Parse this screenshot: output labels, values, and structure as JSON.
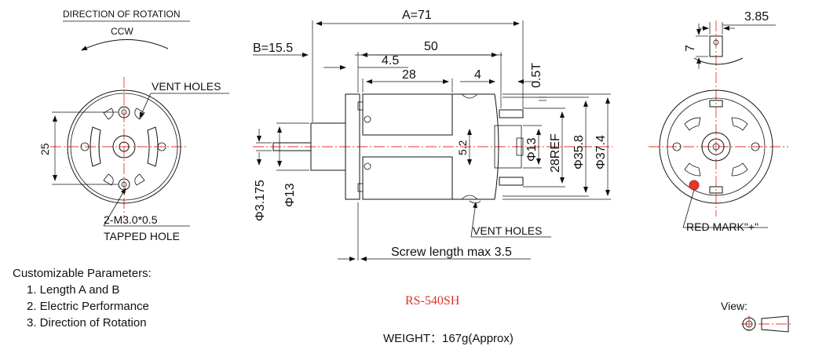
{
  "labels": {
    "direction_title": "DIRECTION OF ROTATION",
    "ccw": "CCW",
    "vent_holes_left": "VENT HOLES",
    "dim_25": "25",
    "tapped_1": "2-M3.0*0.5",
    "tapped_2": "TAPPED HOLE",
    "dim_a": "A=71",
    "dim_b": "B=15.5",
    "dim_50": "50",
    "dim_45": "4.5",
    "dim_28": "28",
    "dim_4": "4",
    "dim_05t": "0.5T",
    "dim_52": "5.2",
    "dim_phi13_bushing": "Φ13",
    "dim_28ref": "28REF",
    "dim_phi358": "Φ35.8",
    "dim_phi374": "Φ37.4",
    "dim_phi3175": "Φ3.175",
    "dim_phi13_shaft": "Φ13",
    "vent_holes_bottom": "VENT HOLES",
    "screw_length": "Screw length max 3.5",
    "dim_385": "3.85",
    "dim_7": "7",
    "red_mark": "RED MARK\"+\""
  },
  "params": {
    "title": "Customizable Parameters:",
    "items": [
      "1. Length A and B",
      "2. Electric Performance",
      "3. Direction of Rotation"
    ]
  },
  "model": "RS-540SH",
  "weight": "WEIGHT：167g(Approx)",
  "view_label": "View:",
  "colors": {
    "centerline": "#e8342c",
    "red_mark": "#e8342c",
    "model_text": "#d9342b",
    "ink": "#111111"
  }
}
